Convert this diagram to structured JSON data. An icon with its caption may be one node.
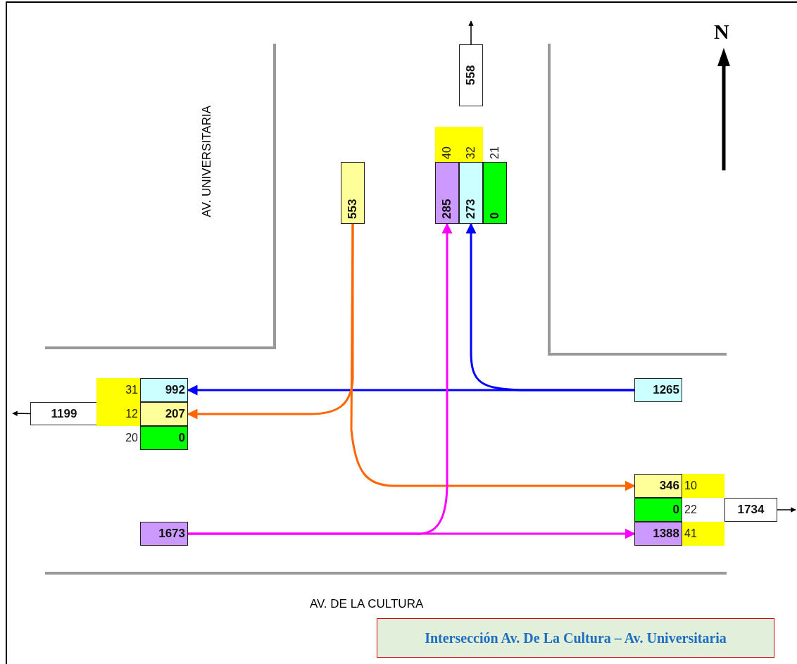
{
  "diagram": {
    "caption": "Intersección Av. De La Cultura – Av. Universitaria",
    "nodes": [
      {
        "text": [
          "558"
        ]
      },
      {
        "text": [
          "553"
        ]
      },
      {
        "text": [
          "285"
        ],
        "beside": [
          "40"
        ]
      },
      {
        "text": [
          "273"
        ],
        "beside": [
          "32"
        ]
      },
      {
        "text": [
          "0"
        ],
        "beside": [
          "21"
        ]
      },
      {
        "text": [
          "1199"
        ]
      },
      {
        "text": [
          "992"
        ],
        "beside": [
          "31"
        ]
      },
      {
        "text": [
          "207"
        ],
        "beside": [
          "12"
        ]
      },
      {
        "text": [
          "0"
        ],
        "beside": [
          "20"
        ]
      },
      {
        "text": [
          "1265"
        ]
      },
      {
        "text": [
          "346"
        ],
        "beside": [
          "10"
        ]
      },
      {
        "text": [
          "0"
        ],
        "beside": [
          "22"
        ]
      },
      {
        "text": [
          "1734"
        ]
      },
      {
        "text": [
          "1673"
        ]
      },
      {
        "text": [
          "1388"
        ],
        "beside": [
          "41"
        ]
      }
    ],
    "edges": [
      {
        "from": 0,
        "to": null,
        "arrow": "to"
      },
      {
        "from": 5,
        "to": null,
        "arrow": "to"
      },
      {
        "from": 12,
        "to": null,
        "arrow": "to"
      },
      {
        "from": 9,
        "to": 6,
        "arrow": "to",
        "color": "#0000ff"
      },
      {
        "from": 9,
        "to": 3,
        "arrow": "to",
        "color": "#0000ff"
      },
      {
        "from": 1,
        "to": 7,
        "arrow": "to",
        "color": "#ff6600"
      },
      {
        "from": 1,
        "to": 10,
        "arrow": "to",
        "color": "#ff6600"
      },
      {
        "from": 13,
        "to": 2,
        "arrow": "to",
        "color": "#ff00ff"
      },
      {
        "from": 13,
        "to": 14,
        "arrow": "to",
        "color": "#ff00ff"
      }
    ],
    "labels": [
      "N",
      "AV. UNIVERSITARIA",
      "AV. DE LA CULTURA"
    ]
  }
}
